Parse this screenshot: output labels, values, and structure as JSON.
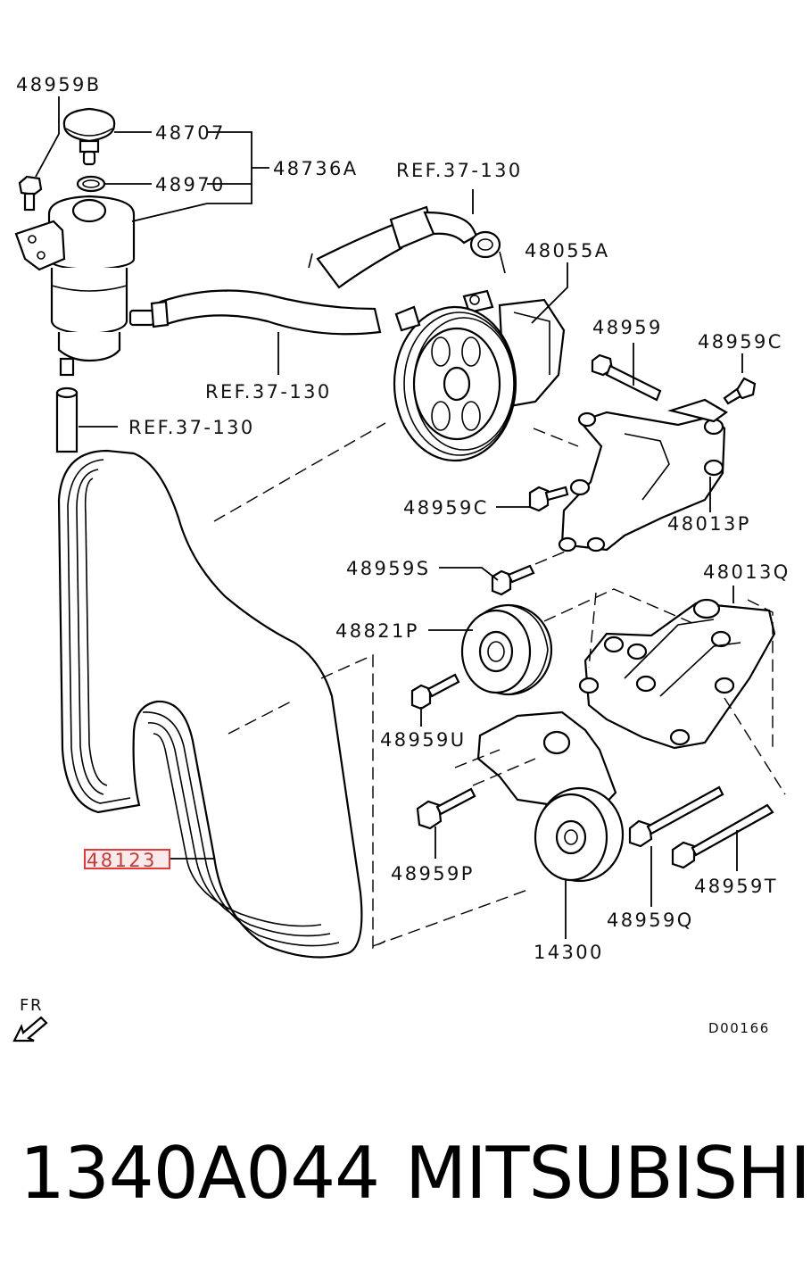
{
  "diagram": {
    "code": "D00166",
    "front_marker": "FR",
    "highlighted_part": "48123",
    "highlight_color": "#e23a3a"
  },
  "parts": {
    "p48959B": "48959B",
    "p48707": "48707",
    "p48970": "48970",
    "p48736A": "48736A",
    "ref_upper": "REF.37-130",
    "ref_mid": "REF.37-130",
    "ref_low": "REF.37-130",
    "p48055A": "48055A",
    "p48959": "48959",
    "p48959C_top": "48959C",
    "p48959C_mid": "48959C",
    "p48013P": "48013P",
    "p48959S": "48959S",
    "p48013Q": "48013Q",
    "p48821P": "48821P",
    "p48959U": "48959U",
    "p48959P": "48959P",
    "p48123": "48123",
    "p48959Q": "48959Q",
    "p48959T": "48959T",
    "p14300": "14300"
  },
  "caption": {
    "part_number": "1340A044",
    "brand": "MITSUBISHI"
  }
}
